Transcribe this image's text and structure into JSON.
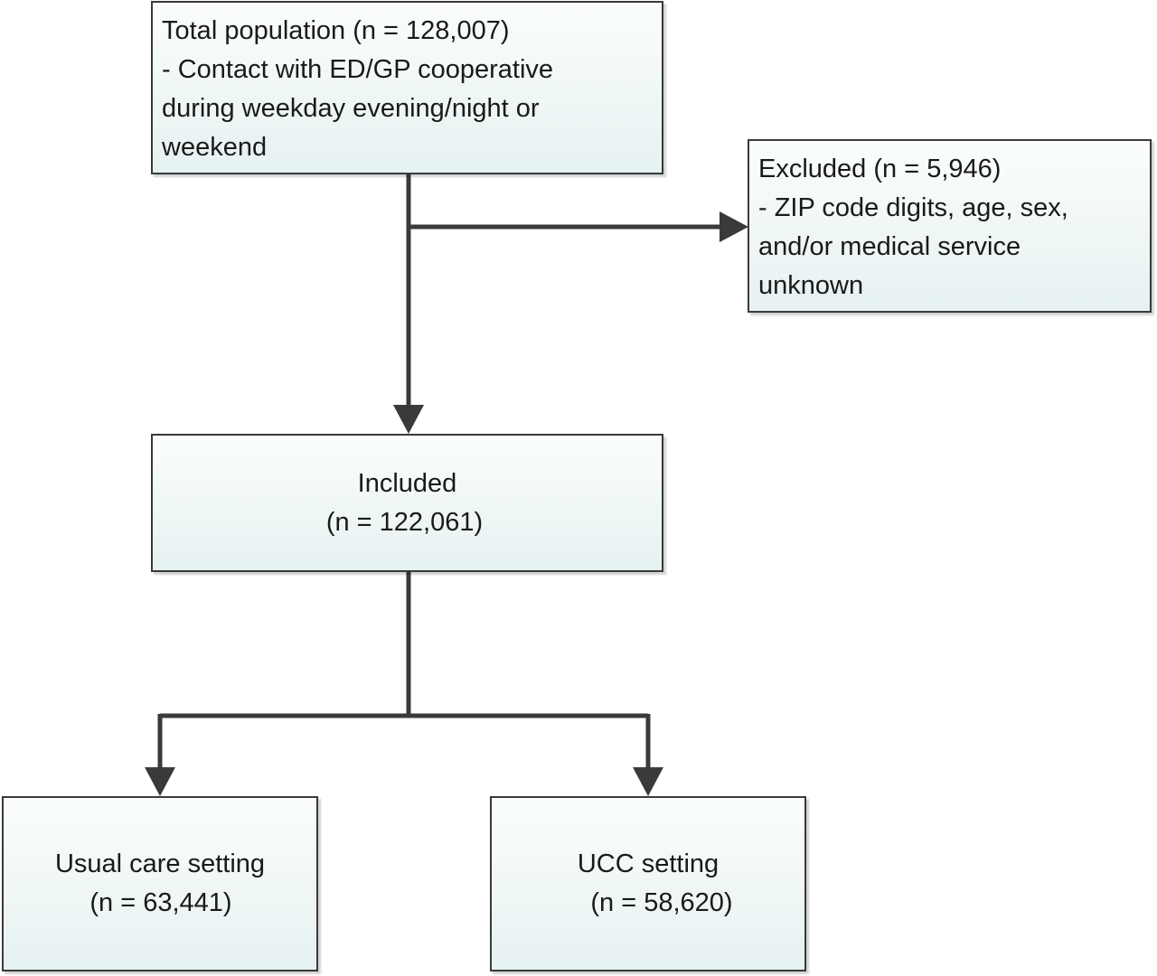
{
  "boxes": {
    "total": {
      "lines": [
        "Total population (n = 128,007)",
        "- Contact with ED/GP cooperative",
        "during weekday evening/night or",
        "weekend"
      ]
    },
    "excluded": {
      "lines": [
        "Excluded (n = 5,946)",
        "- ZIP code digits, age, sex,",
        "and/or medical service",
        "unknown"
      ]
    },
    "included": {
      "lines": [
        "Included",
        "(n = 122,061)"
      ]
    },
    "usual": {
      "lines": [
        "Usual care setting",
        "(n = 63,441)"
      ]
    },
    "ucc": {
      "lines": [
        "UCC setting",
        "(n = 58,620)"
      ]
    }
  },
  "colors": {
    "connector": "#3a3a3a",
    "box_border": "#3a3a3a",
    "box_fill_top": "#fbfdfd",
    "box_fill_bottom": "#e6f1f1"
  }
}
